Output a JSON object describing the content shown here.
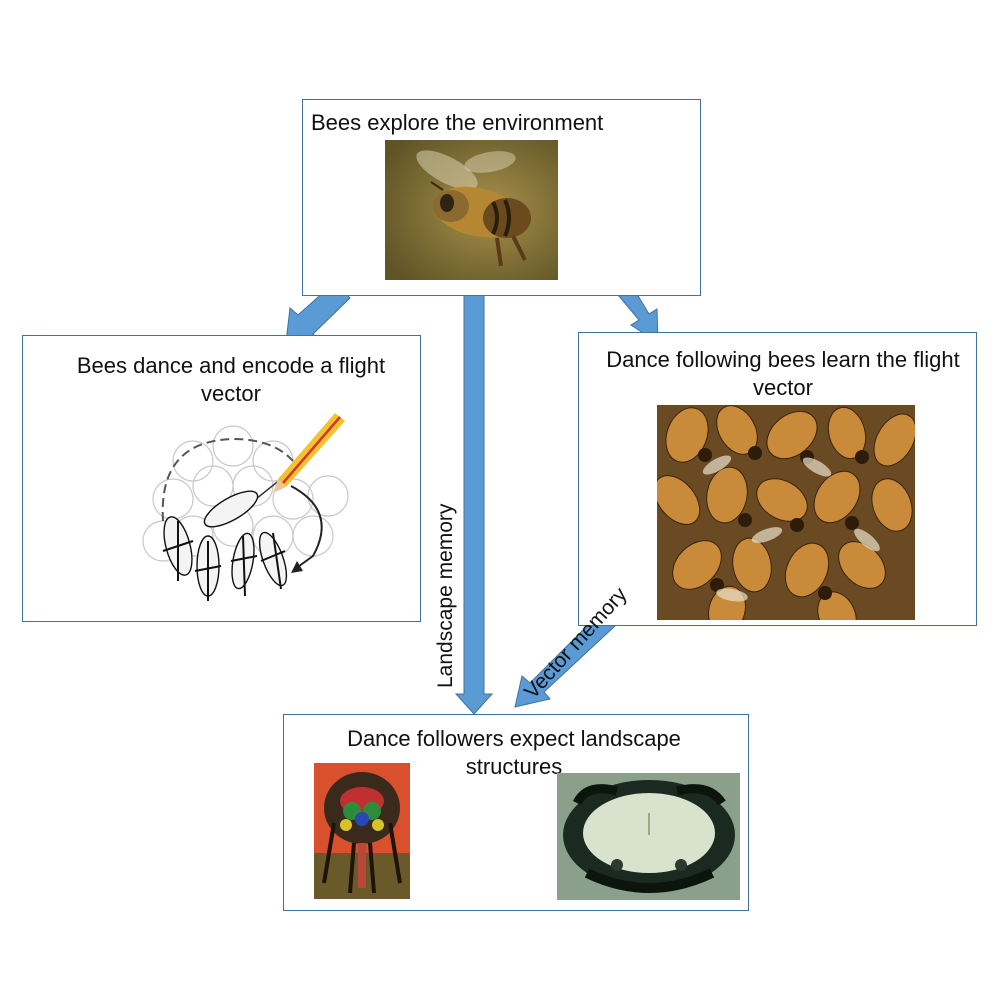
{
  "diagram": {
    "nodes": {
      "explore": {
        "text": "Bees explore the environment",
        "image": "flying-bee-photo"
      },
      "dance": {
        "text": "Bees dance and encode a flight vector",
        "image": "waggle-dance-drawing"
      },
      "followers": {
        "text": "Dance following bees learn the flight vector",
        "image": "bee-cluster-photo"
      },
      "expect": {
        "text": "Dance followers expect landscape structures",
        "images": [
          "bee-head-photo",
          "brain-section-photo"
        ]
      }
    },
    "edges": [
      {
        "from": "explore",
        "to": "dance",
        "label": ""
      },
      {
        "from": "explore",
        "to": "followers",
        "label": ""
      },
      {
        "from": "explore",
        "to": "expect",
        "label": "Landscape memory"
      },
      {
        "from": "followers",
        "to": "expect",
        "label": "Vector memory"
      }
    ],
    "colors": {
      "box_border": "#41719c",
      "arrow_fill": "#5b9bd5",
      "arrow_stroke": "#41719c"
    }
  }
}
